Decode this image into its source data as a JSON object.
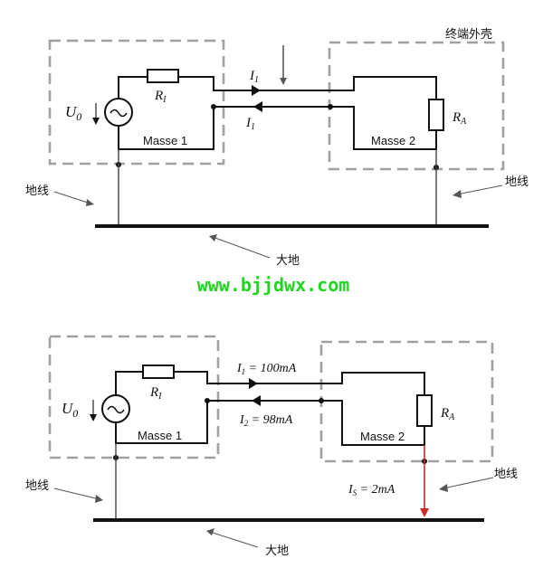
{
  "labels": {
    "housing": "终端外壳",
    "ground_wire": "地线",
    "earth": "大地",
    "source": "U",
    "source_sub": "0",
    "internal_resistor": "R",
    "internal_resistor_sub": "I",
    "load_resistor": "R",
    "load_resistor_sub": "A",
    "mass1": "Masse 1",
    "mass2": "Masse 2",
    "current": "I",
    "current_sub": "1"
  },
  "bottom": {
    "i1": "I",
    "i1_sub": "1",
    "i1_value": " = 100mA",
    "i2": "I",
    "i2_sub": "2",
    "i2_value": " = 98mA",
    "is": "I",
    "is_sub": "S",
    "is_value": " = 2mA"
  },
  "watermark": "www.bjjdwx.com",
  "colors": {
    "blue_label": "#3a6fb0",
    "red_label": "#cc2b2b",
    "watermark": "#1fd61f"
  }
}
